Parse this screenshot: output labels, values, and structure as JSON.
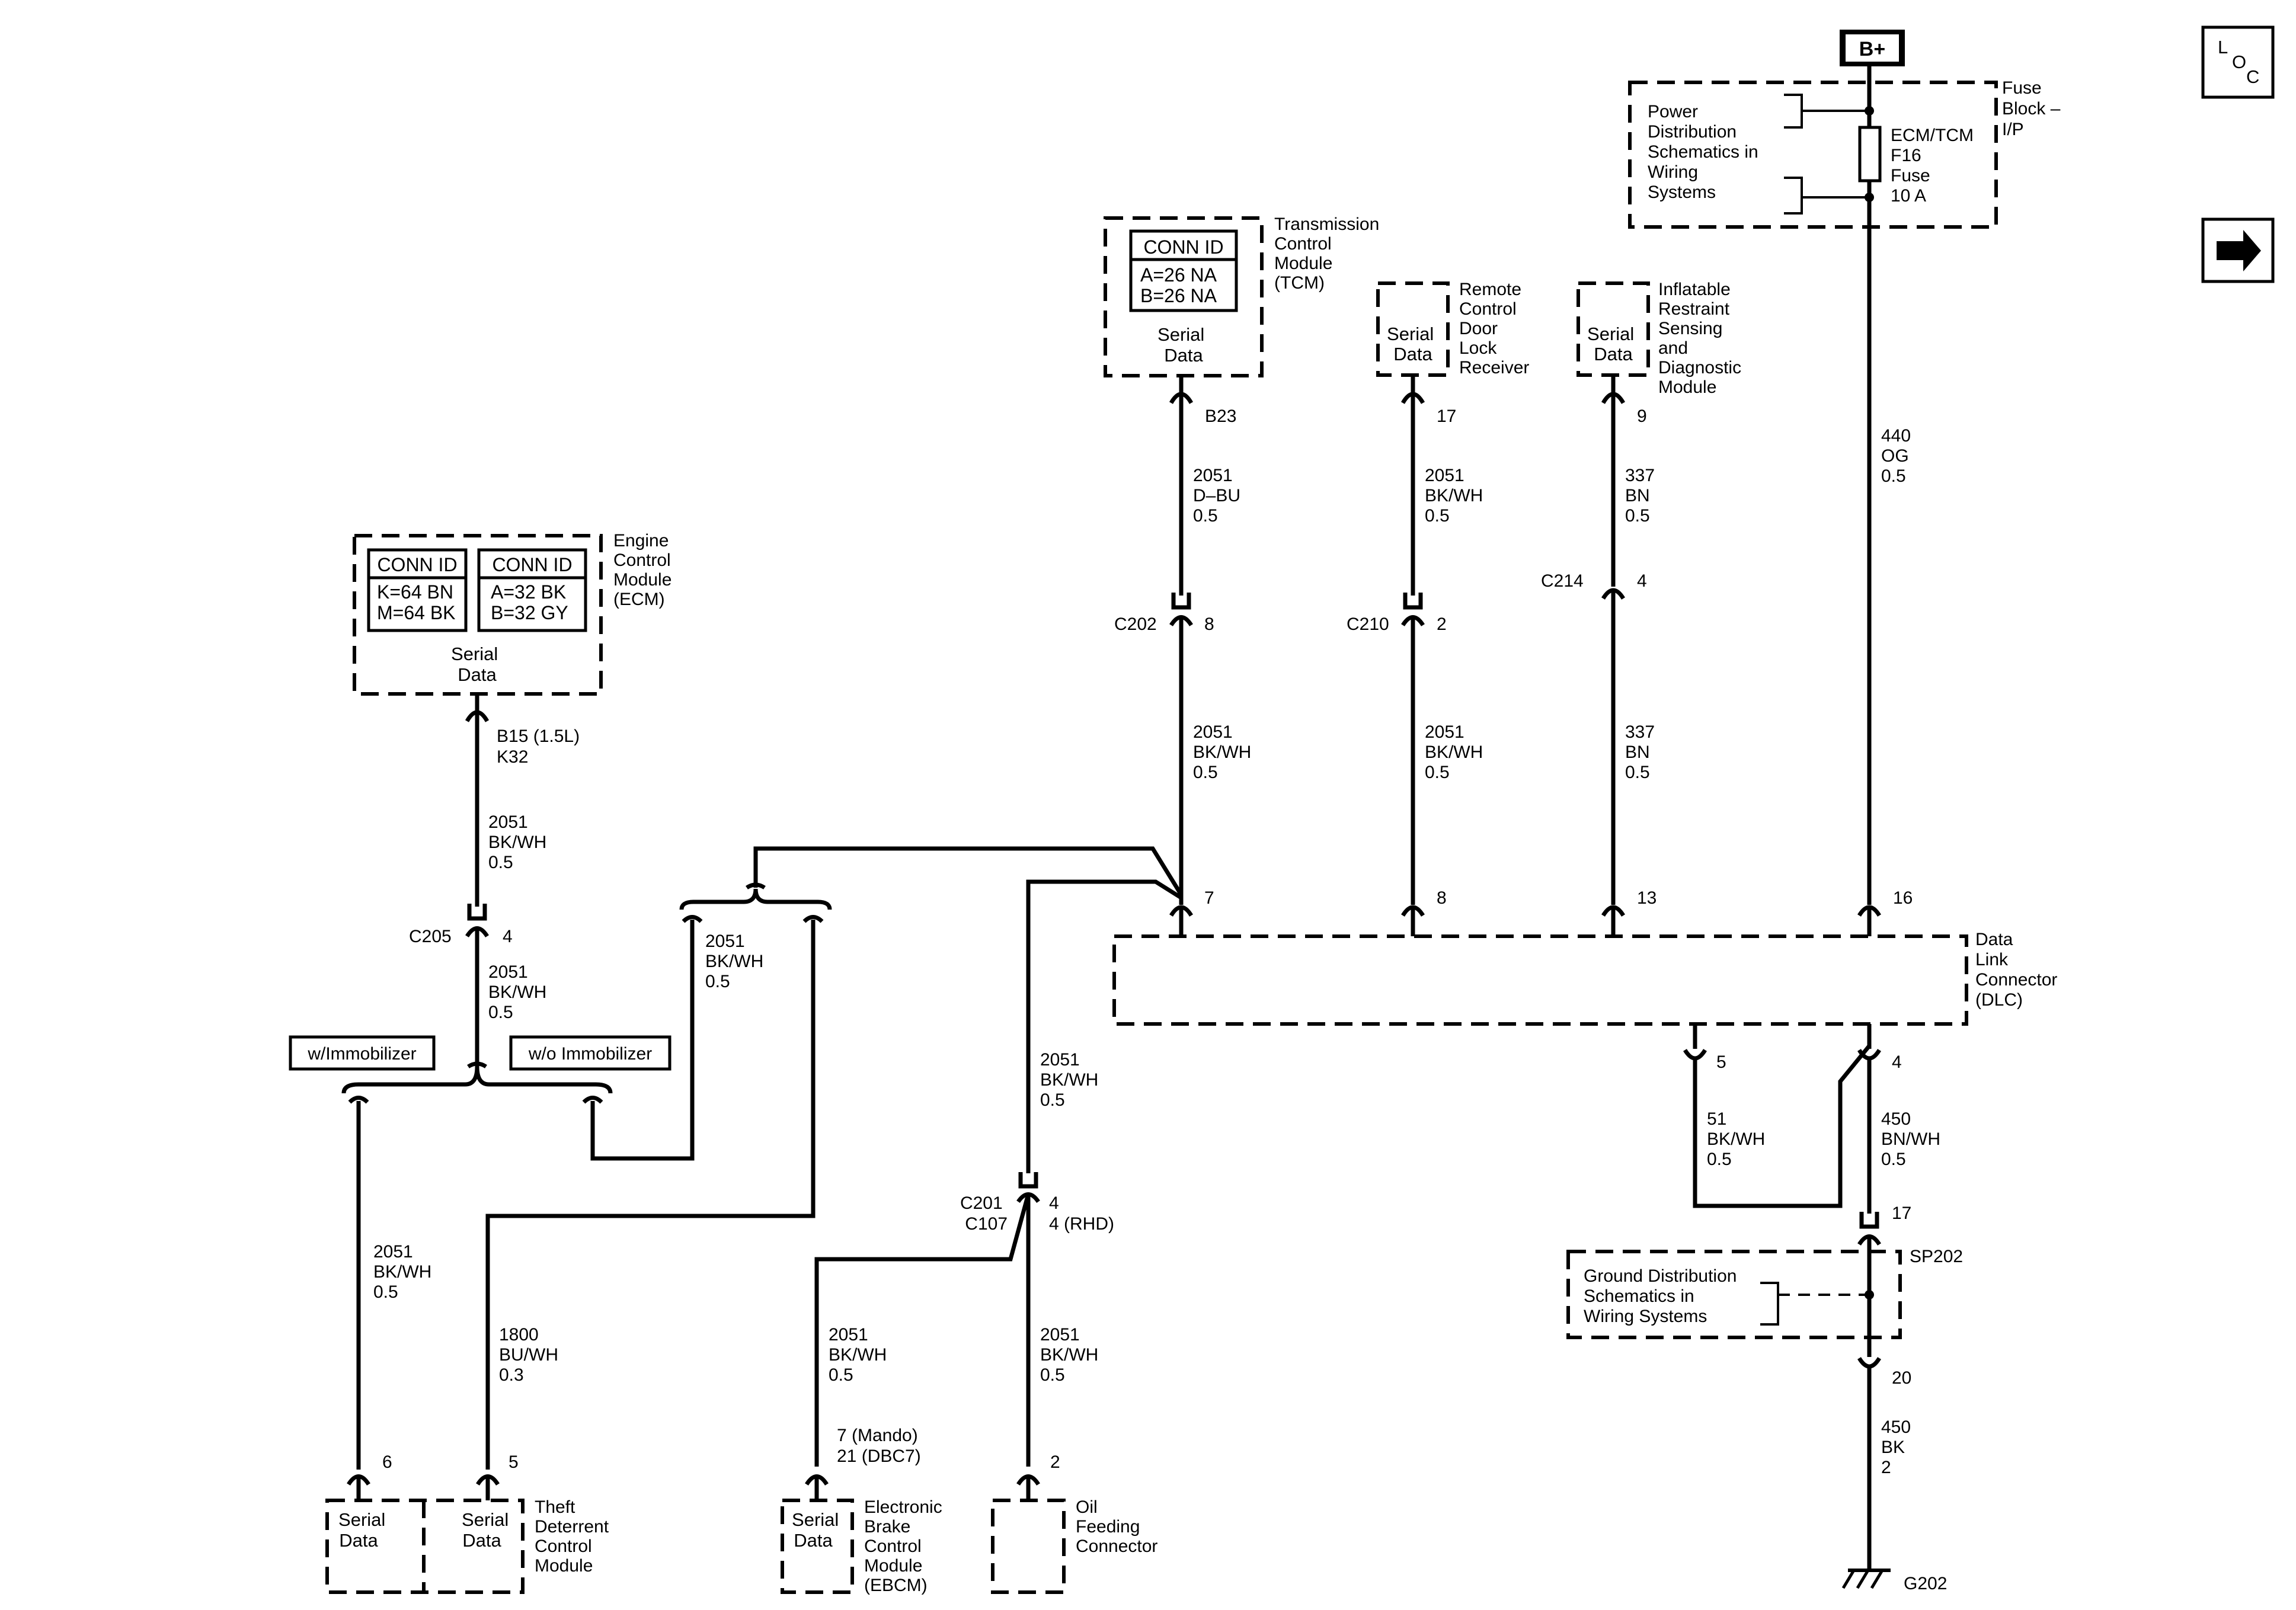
{
  "power": {
    "b_plus": "B+",
    "fuse_block_lines": [
      "Fuse",
      "Block –",
      "I/P"
    ],
    "power_dist_lines": [
      "Power",
      "Distribution",
      "Schematics in",
      "Wiring",
      "Systems"
    ],
    "fuse_lines": [
      "ECM/TCM",
      "F16",
      "Fuse",
      "10 A"
    ],
    "wire_440_lines": [
      "440",
      "OG",
      "0.5"
    ],
    "pin_16": "16"
  },
  "loc_icon": {
    "l": "L",
    "o": "O",
    "c": "C"
  },
  "tcm": {
    "name_lines": [
      "Transmission",
      "Control",
      "Module",
      "(TCM)"
    ],
    "conn_header": "CONN ID",
    "conn_lines": [
      "A=26 NA",
      "B=26 NA"
    ],
    "serial_lines": [
      "Serial",
      "Data"
    ],
    "pin": "B23",
    "wire1_lines": [
      "2051",
      "D–BU",
      "0.5"
    ],
    "conn_c202": "C202",
    "c202_pin": "8",
    "wire2_lines": [
      "2051",
      "BK/WH",
      "0.5"
    ],
    "dlc_pin": "7"
  },
  "rcdlr": {
    "name_lines": [
      "Remote",
      "Control",
      "Door",
      "Lock",
      "Receiver"
    ],
    "serial_lines": [
      "Serial",
      "Data"
    ],
    "pin": "17",
    "wire1_lines": [
      "2051",
      "BK/WH",
      "0.5"
    ],
    "conn_c210": "C210",
    "c210_pin": "2",
    "wire2_lines": [
      "2051",
      "BK/WH",
      "0.5"
    ],
    "dlc_pin": "8"
  },
  "sdm": {
    "name_lines": [
      "Inflatable",
      "Restraint",
      "Sensing",
      "and",
      "Diagnostic",
      "Module"
    ],
    "serial_lines": [
      "Serial",
      "Data"
    ],
    "pin": "9",
    "wire1_lines": [
      "337",
      "BN",
      "0.5"
    ],
    "conn_c214": "C214",
    "c214_pin": "4",
    "wire2_lines": [
      "337",
      "BN",
      "0.5"
    ],
    "dlc_pin": "13"
  },
  "ecm": {
    "name_lines": [
      "Engine",
      "Control",
      "Module",
      "(ECM)"
    ],
    "conn1_header": "CONN ID",
    "conn1_lines": [
      "K=64 BN",
      "M=64 BK"
    ],
    "conn2_header": "CONN ID",
    "conn2_lines": [
      "A=32 BK",
      "B=32 GY"
    ],
    "serial_lines": [
      "Serial",
      "Data"
    ],
    "pin_lines": [
      "B15 (1.5L)",
      "K32"
    ],
    "wire1_lines": [
      "2051",
      "BK/WH",
      "0.5"
    ],
    "conn_c205": "C205",
    "c205_pin": "4",
    "wire2_lines": [
      "2051",
      "BK/WH",
      "0.5"
    ]
  },
  "options": {
    "with_immobilizer": "w/Immobilizer",
    "without_immobilizer": "w/o Immobilizer"
  },
  "mid_wire_lines": [
    "2051",
    "BK/WH",
    "0.5"
  ],
  "tdm": {
    "name_lines": [
      "Theft",
      "Deterrent",
      "Control",
      "Module"
    ],
    "serial1_lines": [
      "Serial",
      "Data"
    ],
    "serial2_lines": [
      "Serial",
      "Data"
    ],
    "pin_6": "6",
    "pin_5": "5",
    "wire_left_lines": [
      "2051",
      "BK/WH",
      "0.5"
    ],
    "wire_right_lines": [
      "1800",
      "BU/WH",
      "0.3"
    ]
  },
  "c201": {
    "wire_top_lines": [
      "2051",
      "BK/WH",
      "0.5"
    ],
    "conn_lines": [
      "C201",
      "C107"
    ],
    "pin_lines": [
      "4",
      "4 (RHD)"
    ],
    "wire_ebcm_lines": [
      "2051",
      "BK/WH",
      "0.5"
    ],
    "wire_oil_lines": [
      "2051",
      "BK/WH",
      "0.5"
    ]
  },
  "ebcm": {
    "name_lines": [
      "Electronic",
      "Brake",
      "Control",
      "Module",
      "(EBCM)"
    ],
    "serial_lines": [
      "Serial",
      "Data"
    ],
    "pin_lines": [
      "7 (Mando)",
      "21 (DBC7)"
    ]
  },
  "oil": {
    "name_lines": [
      "Oil",
      "Feeding",
      "Connector"
    ],
    "pin": "2"
  },
  "dlc": {
    "name_lines": [
      "Data",
      "Link",
      "Connector",
      "(DLC)"
    ],
    "pin_5": "5",
    "pin_4": "4"
  },
  "ground": {
    "wire_51_lines": [
      "51",
      "BK/WH",
      "0.5"
    ],
    "wire_450a_lines": [
      "450",
      "BN/WH",
      "0.5"
    ],
    "pin_17": "17",
    "splice": "SP202",
    "gd_lines": [
      "Ground Distribution",
      "Schematics in",
      "Wiring Systems"
    ],
    "pin_20": "20",
    "wire_450b_lines": [
      "450",
      "BK",
      "2"
    ],
    "ground_id": "G202"
  },
  "icons": {
    "loc": "location-view-icon",
    "next": "right-arrow-icon",
    "ground": "ground-symbol-icon"
  }
}
